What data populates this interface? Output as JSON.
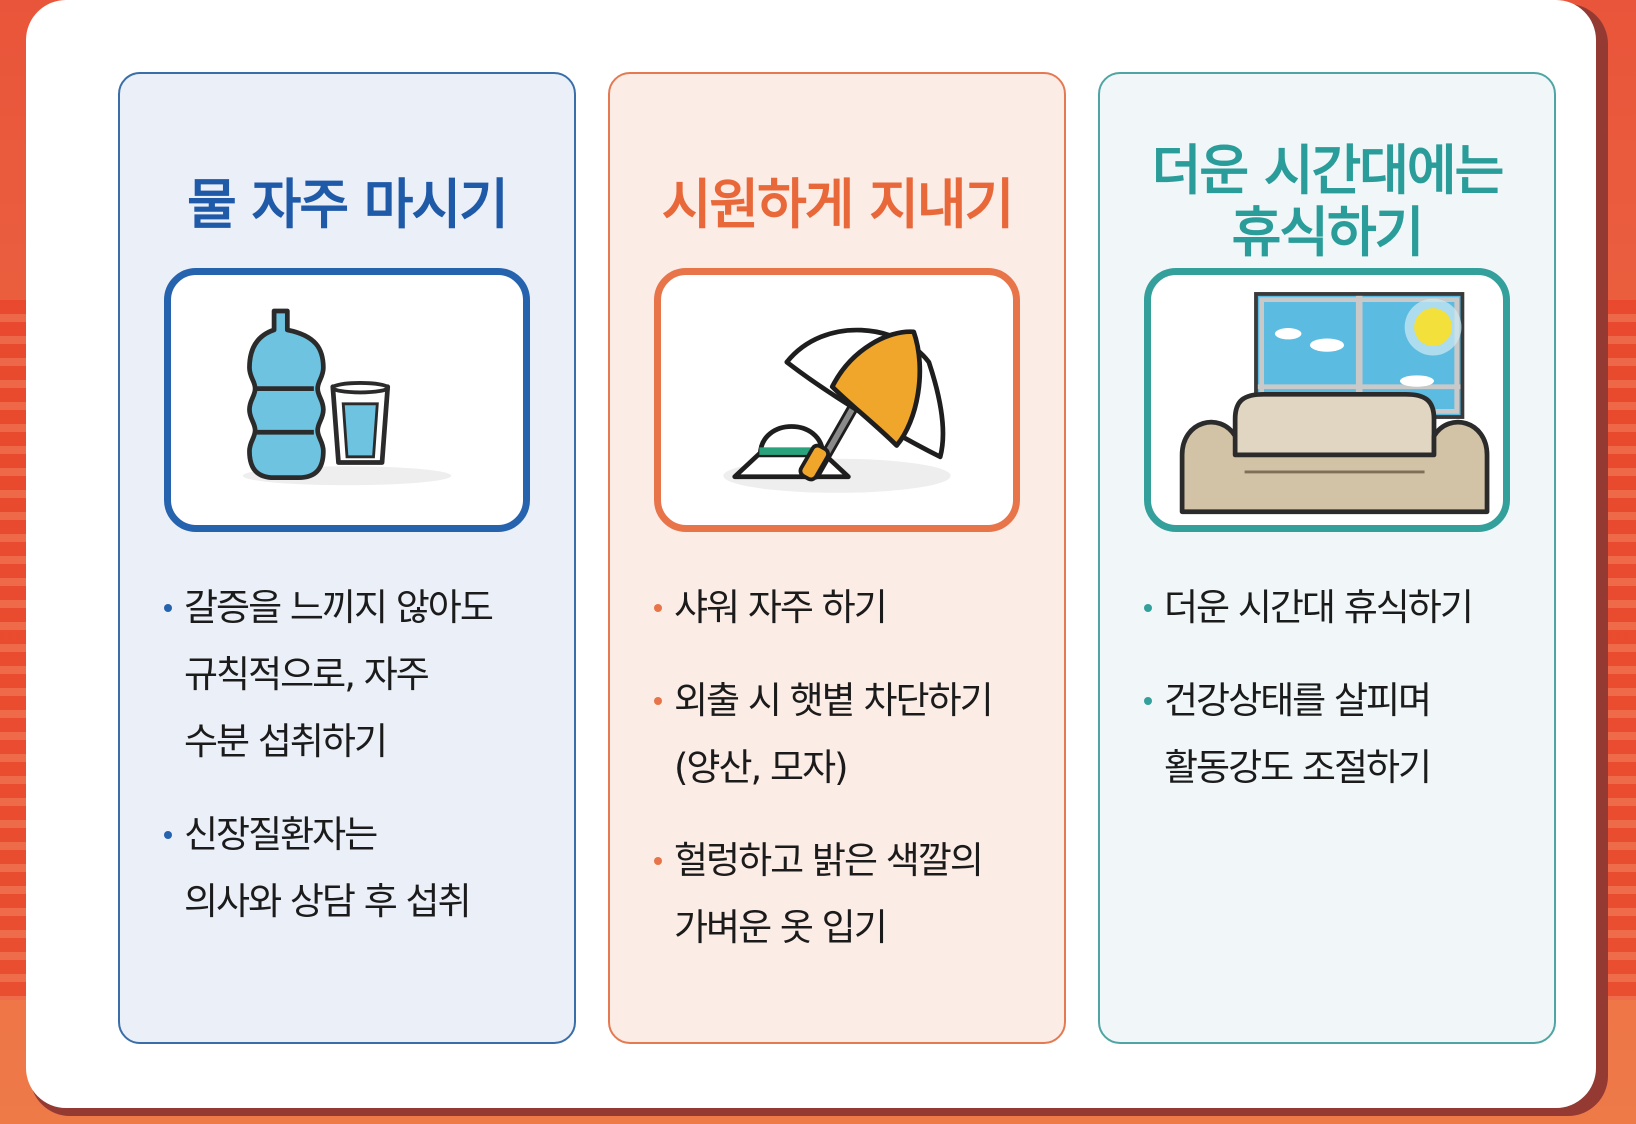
{
  "colors": {
    "background": "#e9553a",
    "blue_accent": "#1f5aa8",
    "orange_accent": "#e8683a",
    "teal_accent": "#2a9d9a"
  },
  "cards": [
    {
      "title": "물 자주 마시기",
      "illustration": "water-bottle-and-glass",
      "bullets": [
        {
          "lines": [
            "갈증을 느끼지 않아도",
            "규칙적으로, 자주",
            "수분 섭취하기"
          ]
        },
        {
          "lines": [
            "신장질환자는",
            "의사와 상담 후 섭취"
          ]
        }
      ]
    },
    {
      "title": "시원하게 지내기",
      "illustration": "parasol-and-hat",
      "bullets": [
        {
          "lines": [
            "샤워 자주 하기"
          ]
        },
        {
          "lines": [
            "외출 시 햇볕 차단하기",
            "(양산, 모자)"
          ]
        },
        {
          "lines": [
            "헐렁하고 밝은 색깔의",
            "가벼운 옷 입기"
          ]
        }
      ]
    },
    {
      "title_lines": [
        "더운 시간대에는",
        "휴식하기"
      ],
      "illustration": "sofa-and-window",
      "bullets": [
        {
          "lines": [
            "더운 시간대 휴식하기"
          ]
        },
        {
          "lines": [
            "건강상태를 살피며",
            "활동강도 조절하기"
          ]
        }
      ]
    }
  ]
}
